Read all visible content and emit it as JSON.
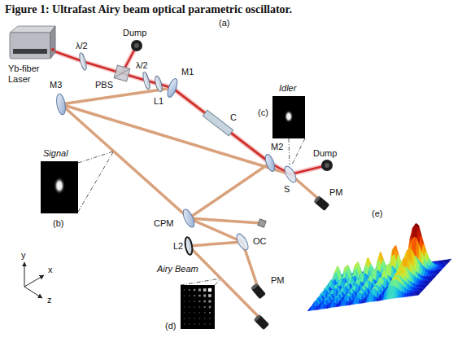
{
  "diagram": {
    "title": "Figure 1: Ultrafast Airy beam optical parametric oscillator.",
    "nodes": [
      {
        "text": [
          "Yb-fiber Laser"
        ]
      }
    ],
    "labels": [
      "(a)",
      "λ/2",
      "Dump",
      "PBS",
      "λ/2",
      "L1",
      "M1",
      "M3",
      "C",
      "M2",
      "Idler",
      "(c)",
      "Dump",
      "S",
      "PM",
      "Signal",
      "(b)",
      "CPM",
      "L2",
      "OC",
      "PM",
      "Airy Beam",
      "(d)",
      "y",
      "x",
      "z",
      "(e)"
    ]
  }
}
